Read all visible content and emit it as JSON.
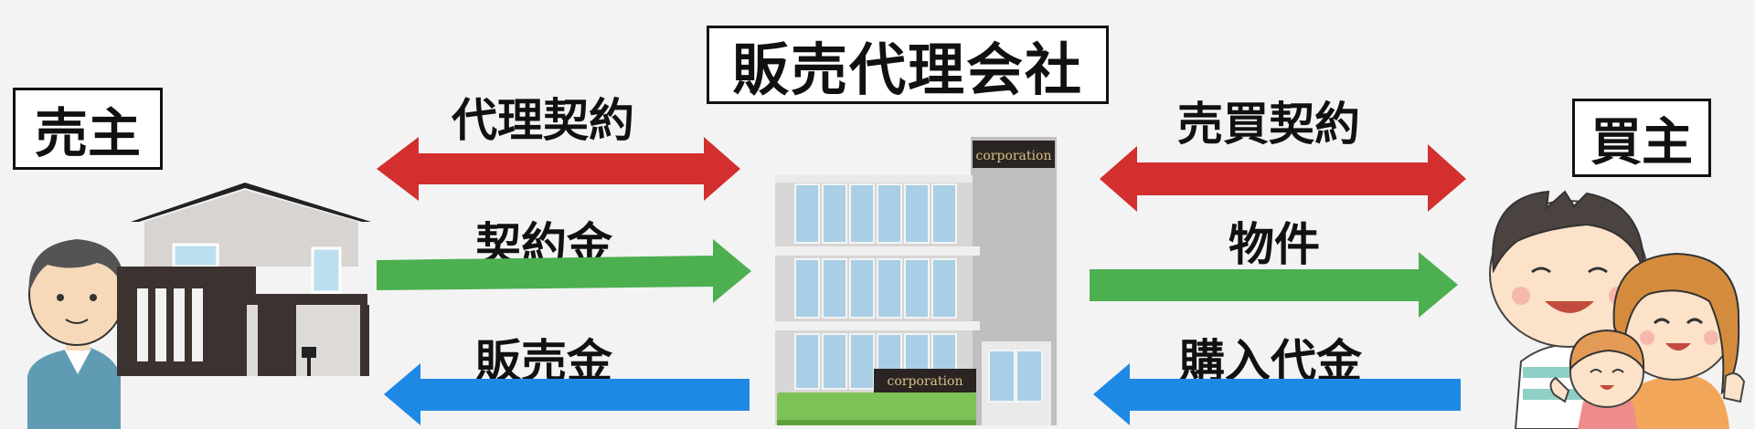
{
  "title": "販売代理会社",
  "seller_label": "売主",
  "buyer_label": "買主",
  "left_flows": {
    "top": "代理契約",
    "middle": "契約金",
    "bottom": "販売金"
  },
  "right_flows": {
    "top": "売買契約",
    "middle": "物件",
    "bottom": "購入代金"
  },
  "building_signs": {
    "top": "corporation",
    "door": "corporation"
  },
  "colors": {
    "red_arrow": "#d32f2f",
    "green_arrow": "#4caf50",
    "blue_arrow": "#1e88e5",
    "background": "#f3f3f3"
  }
}
